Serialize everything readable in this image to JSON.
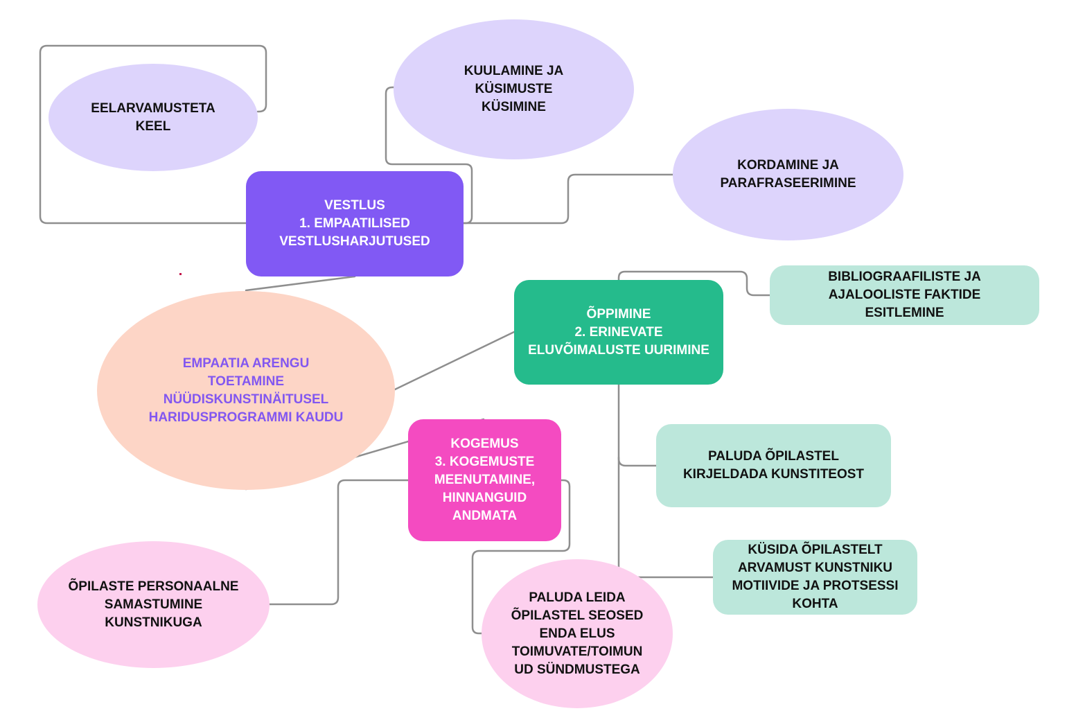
{
  "diagram": {
    "type": "mind-map",
    "center": {
      "label": "EMPAATIA ARENGU\nTOETAMINE\nNÜÜDISKUNSTINÄITUSEL\nHARIDUSPROGRAMMI KAUDU"
    },
    "branches": [
      {
        "id": "vestlus",
        "label": "VESTLUS\n1. EMPAATILISED\nVESTLUSHARJUTUSED",
        "children": [
          {
            "label": "EELARVAMUSTETA\nKEEL"
          },
          {
            "label": "KUULAMINE JA\nKÜSIMUSTE\nKÜSIMINE"
          },
          {
            "label": "KORDAMINE JA\nPARAFRASEERIMINE"
          }
        ]
      },
      {
        "id": "oppimine",
        "label": "ÕPPIMINE\n2. ERINEVATE\nELUVÕIMALUSTE UURIMINE",
        "children": [
          {
            "label": "BIBLIOGRAAFILISTE JA\nAJALOOLISTE FAKTIDE\nESITLEMINE"
          },
          {
            "label": "PALUDA ÕPILASTEL\nKIRJELDADA KUNSTITEOST"
          },
          {
            "label": "KÜSIDA  ÕPILASTELT\nARVAMUST KUNSTNIKU\nMOTIIVIDE JA PROTSESSI\nKOHTA"
          }
        ]
      },
      {
        "id": "kogemus",
        "label": "KOGEMUS\n3. KOGEMUSTE\nMEENUTAMINE,\nHINNANGUID\nANDMATA",
        "children": [
          {
            "label": "ÕPILASTE PERSONAALNE\nSAMASTUMINE\nKUNSTNIKUGA"
          },
          {
            "label": "PALUDA LEIDA\nÕPILASTEL SEOSED\nENDA ELUS\nTOIMUVATE/TOIMUN\nUD SÜNDMUSTEGA"
          }
        ]
      }
    ],
    "colors": {
      "vestlus_branch": "#8159f4",
      "vestlus_children": "#ddd4fc",
      "oppimine_branch": "#25bb8c",
      "oppimine_children": "#bce7db",
      "kogemus_branch": "#f44bc1",
      "kogemus_children": "#fdd0ee",
      "center_fill": "#fdd5c6",
      "center_text": "#8257f0",
      "connector": "#8e8e8e"
    }
  }
}
